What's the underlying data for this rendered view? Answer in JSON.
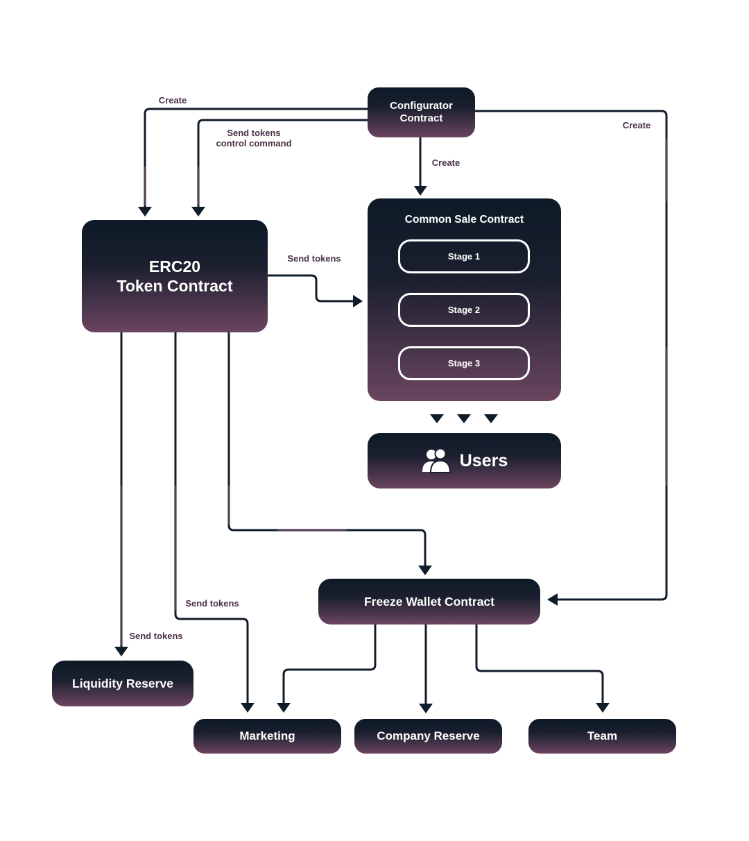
{
  "nodes": {
    "configurator": "Configurator\nContract",
    "erc20": "ERC20\nToken Contract",
    "common_sale": "Common Sale Contract",
    "stages": [
      "Stage 1",
      "Stage 2",
      "Stage 3"
    ],
    "users": "Users",
    "freeze_wallet": "Freeze Wallet Contract",
    "liquidity_reserve": "Liquidity Reserve",
    "marketing": "Marketing",
    "company_reserve": "Company Reserve",
    "team": "Team"
  },
  "edge_labels": {
    "create_left": "Create",
    "send_tokens_control": "Send tokens\ncontrol command",
    "create_right": "Create",
    "create_sale": "Create",
    "send_tokens_sale": "Send tokens",
    "send_tokens_marketing": "Send tokens",
    "send_tokens_liquidity": "Send tokens"
  },
  "icons": {
    "users": "users-group-icon"
  },
  "colors": {
    "node_top": "#0d1a27",
    "node_bottom": "#6b4560",
    "connector": "#111c2a",
    "connector_accent": "#6b4560",
    "label": "#4a3147"
  }
}
